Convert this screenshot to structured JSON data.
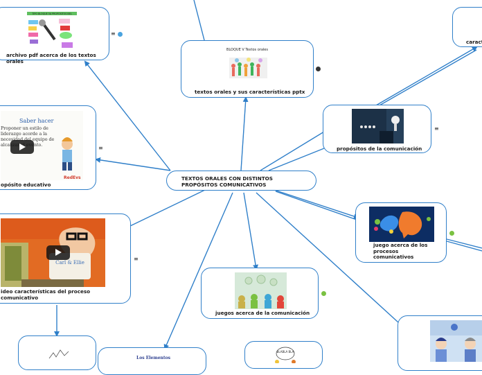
{
  "central": {
    "title": "TEXTOS ORALES CON DISTINTOS PROPÓSITOS COMUNICATIVOS"
  },
  "nodes": {
    "pdf": {
      "label": "archivo pdf acerca de los textos orales",
      "thumb_title": "TIPO BLOQUE 5A PROPÓSITOS BEL"
    },
    "pptx": {
      "label": "textos orales y sus características pptx",
      "thumb_title": "BLOQUE V Textos orales"
    },
    "caract": {
      "label": "caract"
    },
    "propositos": {
      "label": "propósitos de la comunicación"
    },
    "educativo": {
      "label": "opósito educativo",
      "thumb_heading": "Saber hacer",
      "thumb_text": "Proponer un estilo de liderazgo acorde a la necesidad del equipo de alcanzar el evento.",
      "logo": "RedEvs"
    },
    "juego": {
      "label": "juego acerca de los procesos comunicativos"
    },
    "video": {
      "label": "ideo características del proceso comunicativo",
      "mailbox_text": "Carl & Ellie"
    },
    "juegos": {
      "label": "juegos acerca de la comunicación"
    },
    "elementos": {
      "thumb_title": "Los Elementos"
    },
    "blabla": {
      "thumb_text": "BLABLA BLA"
    }
  },
  "icons": {
    "menu": "≡",
    "colors": {
      "link": "#2f7fc9",
      "green": "#7ac142",
      "globe": "#4aa3df"
    }
  }
}
